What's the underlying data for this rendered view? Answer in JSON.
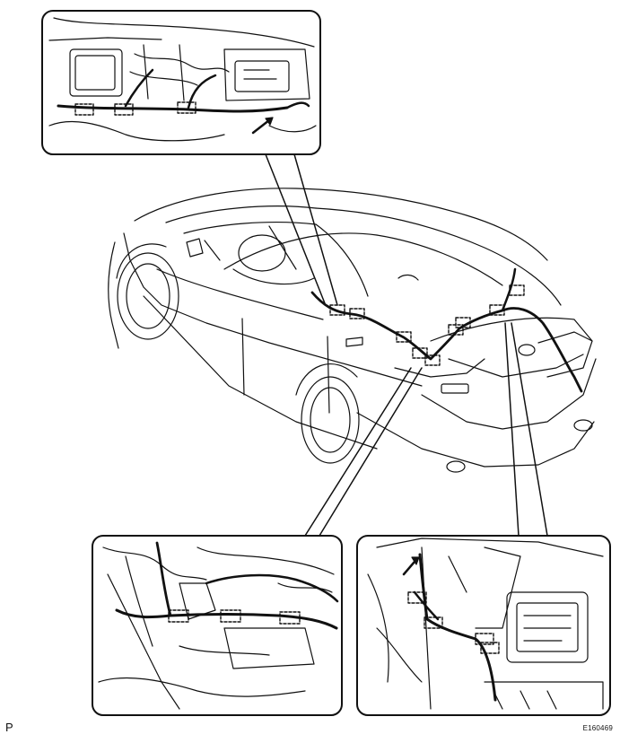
{
  "page_letter": "P",
  "figure_code": "E160469",
  "colors": {
    "line": "#111111",
    "background": "#ffffff"
  },
  "callouts": [
    {
      "name": "inset-top-dashboard-harness"
    },
    {
      "name": "inset-bottom-left-door-sill-harness"
    },
    {
      "name": "inset-bottom-right-trunk-harness"
    }
  ]
}
